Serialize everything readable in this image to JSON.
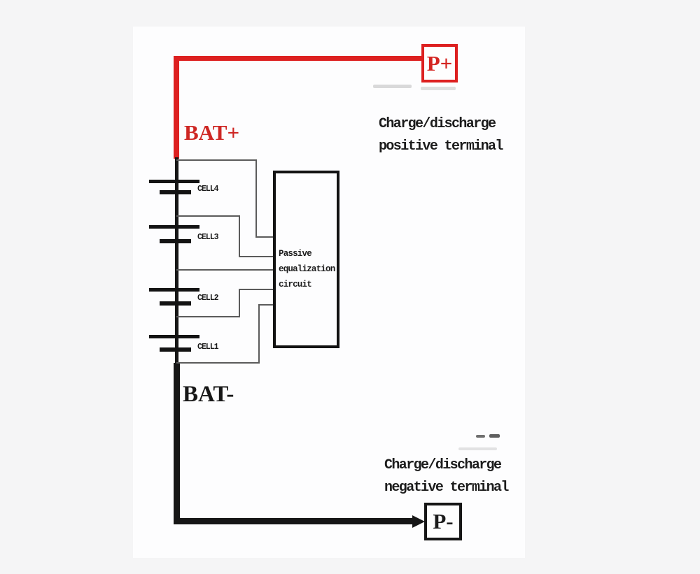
{
  "diagram": {
    "type": "battery-management-wiring-diagram",
    "cells": [
      {
        "label": "CELL4"
      },
      {
        "label": "CELL3"
      },
      {
        "label": "CELL2"
      },
      {
        "label": "CELL1"
      }
    ],
    "nets": {
      "bat_plus": "BAT+",
      "bat_minus": "BAT-"
    },
    "terminals": {
      "p_plus": {
        "label": "P+"
      },
      "p_minus": {
        "label": "P-"
      }
    },
    "equalizer": {
      "line1": "Passive",
      "line2": "equalization",
      "line3": "circuit"
    },
    "annotations": {
      "positive": {
        "line1": "Charge/discharge",
        "line2": "positive terminal"
      },
      "negative": {
        "line1": "Charge/discharge",
        "line2": "negative terminal"
      }
    },
    "colors": {
      "positive_wire": "#dd2020",
      "negative_wire": "#161616",
      "sense_wire": "#5b5b5b",
      "page_background": "#fdfdfe",
      "backdrop": "#f5f5f6"
    }
  }
}
